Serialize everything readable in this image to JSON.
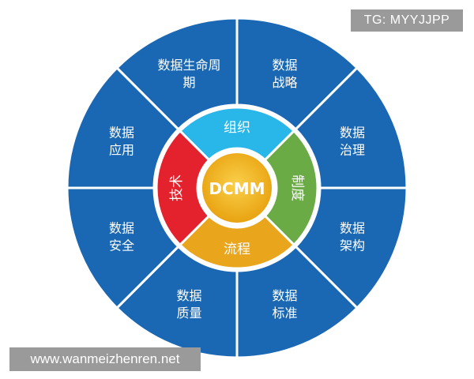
{
  "diagram": {
    "outer_segments": [
      {
        "line1": "数据生命周",
        "line2": "期"
      },
      {
        "line1": "数据",
        "line2": "战略"
      },
      {
        "line1": "数据",
        "line2": "治理"
      },
      {
        "line1": "数据",
        "line2": "架构"
      },
      {
        "line1": "数据",
        "line2": "标准"
      },
      {
        "line1": "数据",
        "line2": "质量"
      },
      {
        "line1": "数据",
        "line2": "安全"
      },
      {
        "line1": "数据",
        "line2": "应用"
      }
    ],
    "inner_ring": [
      {
        "label": "组织",
        "color": "#29b6e9"
      },
      {
        "label": "制度",
        "color": "#6aab45"
      },
      {
        "label": "流程",
        "color": "#e9a51c"
      },
      {
        "label": "技术",
        "color": "#e3222d"
      }
    ],
    "center": {
      "label": "DCMM",
      "color": "#f3b81b"
    },
    "colors": {
      "outer": "#1a68b3",
      "outer_border": "#ffffff",
      "text": "#ffffff"
    }
  },
  "watermarks": {
    "top_right": "TG: MYYJJPP",
    "bottom_left": "www.wanmeizhenren.net"
  }
}
